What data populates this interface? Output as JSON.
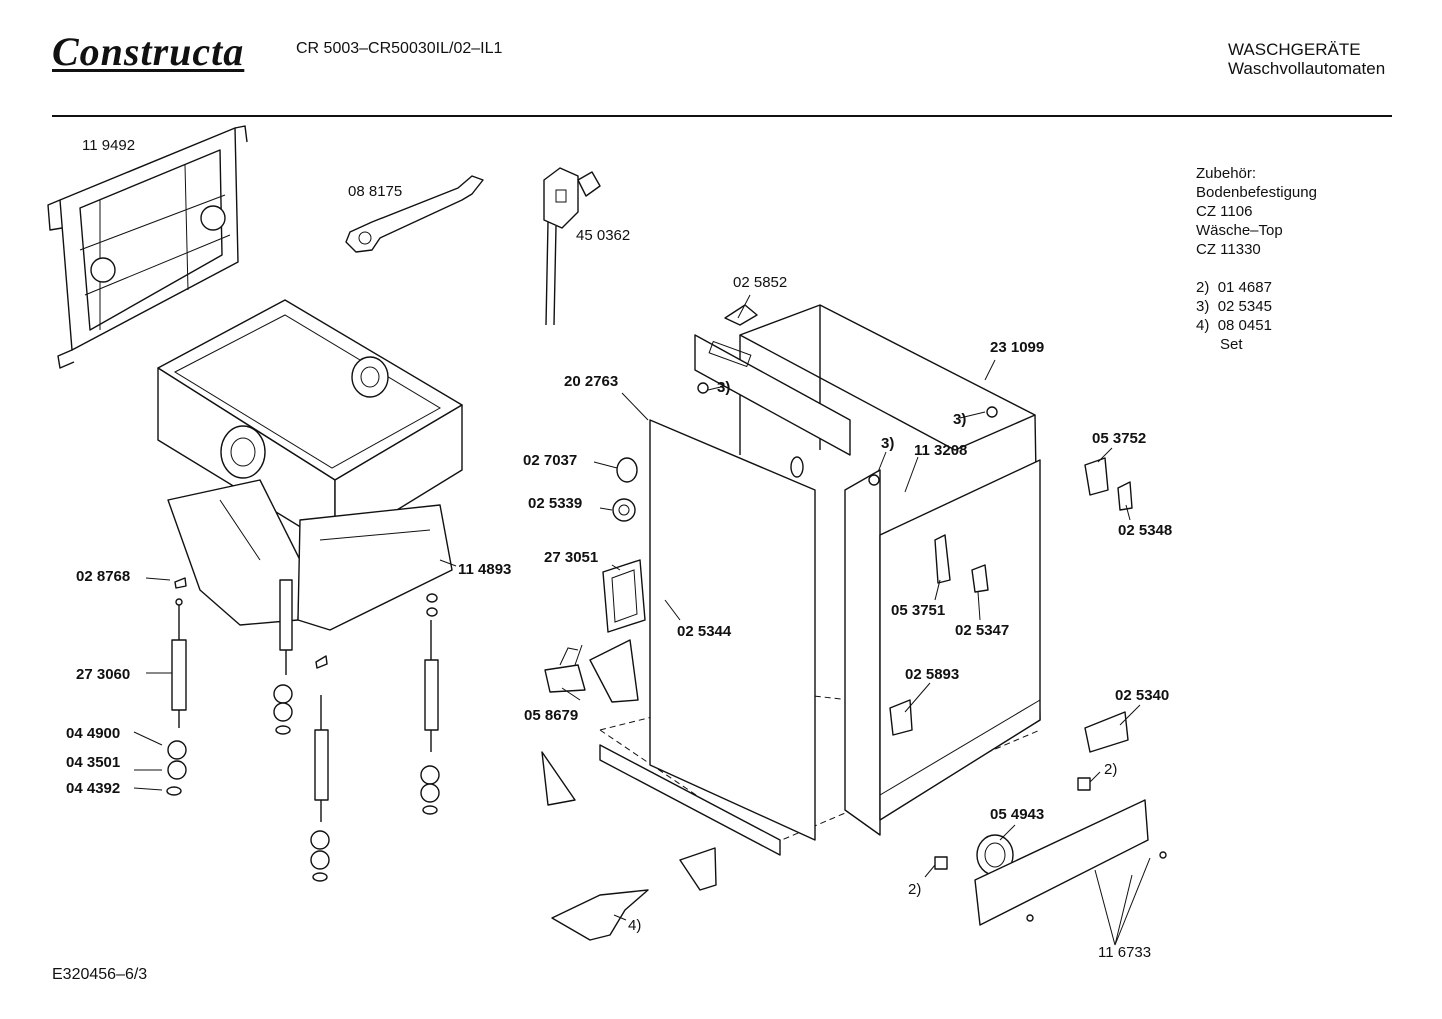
{
  "header": {
    "brand": "Constructa",
    "model": "CR 5003–CR50030IL/02–IL1",
    "category_line1": "WASCHGERÄTE",
    "category_line2": "Waschvollautomaten"
  },
  "accessories": {
    "heading": "Zubehör:",
    "lines": [
      "Bodenbefestigung",
      "CZ 1106",
      "Wäsche–Top",
      "CZ 11330"
    ],
    "notes": [
      {
        "key": "2)",
        "value": "01 4687"
      },
      {
        "key": "3)",
        "value": "02 5345"
      },
      {
        "key": "4)",
        "value": "08 0451"
      }
    ],
    "note_suffix": "Set"
  },
  "footer": {
    "drawing_id": "E320456–6/3"
  },
  "parts": {
    "p119492": "11 9492",
    "p088175": "08 8175",
    "p450362": "45 0362",
    "p025852": "02 5852",
    "p231099": "23 1099",
    "p202763": "20 2763",
    "p027037": "02 7037",
    "p025339": "02 5339",
    "p273051": "27 3051",
    "p025344": "02 5344",
    "p113208": "11 3208",
    "p053752": "05 3752",
    "p025348": "02 5348",
    "p053751": "05 3751",
    "p025347": "02 5347",
    "p025893": "02 5893",
    "p025340": "02 5340",
    "p054943": "05 4943",
    "p116733": "11 6733",
    "p058679": "05 8679",
    "p114893": "11 4893",
    "p028768": "02 8768",
    "p273060": "27 3060",
    "p044900": "04 4900",
    "p043501": "04 3501",
    "p044392": "04 4392"
  },
  "notes": {
    "n3a": "3)",
    "n3b": "3)",
    "n3c": "3)",
    "n2a": "2)",
    "n2b": "2)",
    "n4": "4)"
  }
}
